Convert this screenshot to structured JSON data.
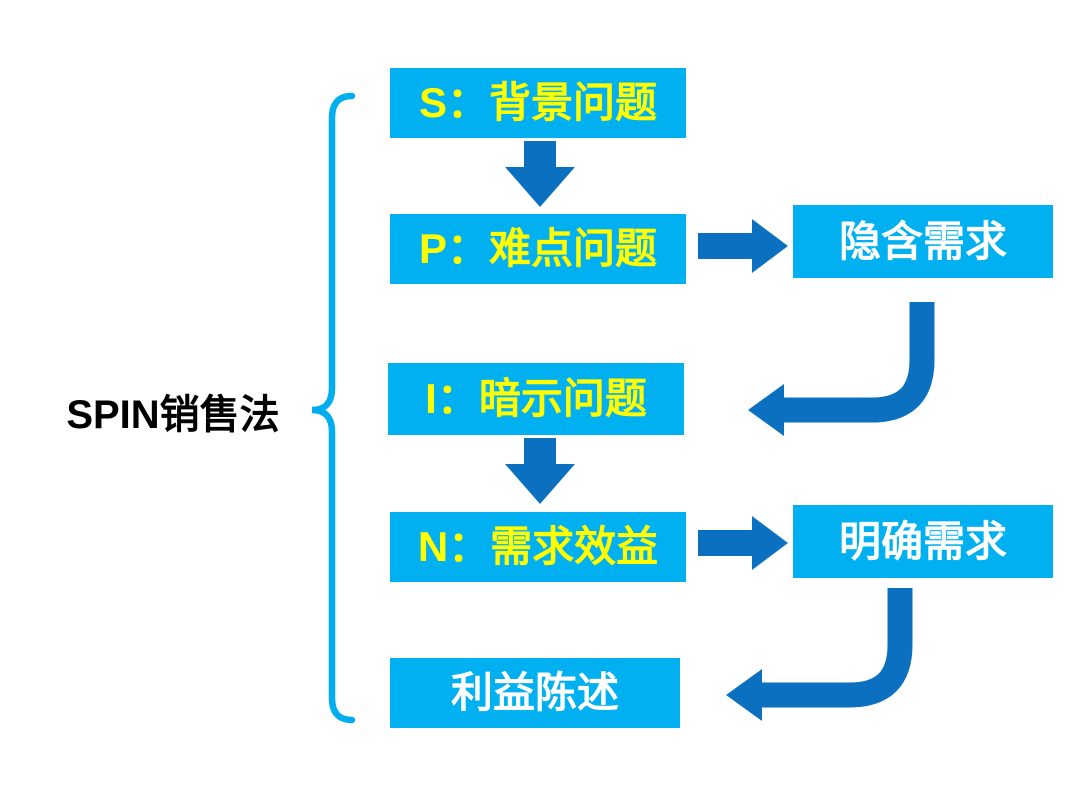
{
  "title": "SPIN销售法",
  "colors": {
    "box_fill": "#00B0F0",
    "arrow_blue": "#0B70C0",
    "brace_cyan": "#00AEEF",
    "text_yellow": "#FFFF00",
    "text_white": "#FFFFFF",
    "text_black": "#000000"
  },
  "nodes": {
    "s": {
      "label": "S：背景问题"
    },
    "p": {
      "label": "P：难点问题"
    },
    "i": {
      "label": "I：暗示问题"
    },
    "n": {
      "label": "N：需求效益"
    },
    "implied_need": {
      "label": "隐含需求"
    },
    "explicit_need": {
      "label": "明确需求"
    },
    "benefit_statement": {
      "label": "利益陈述"
    }
  }
}
